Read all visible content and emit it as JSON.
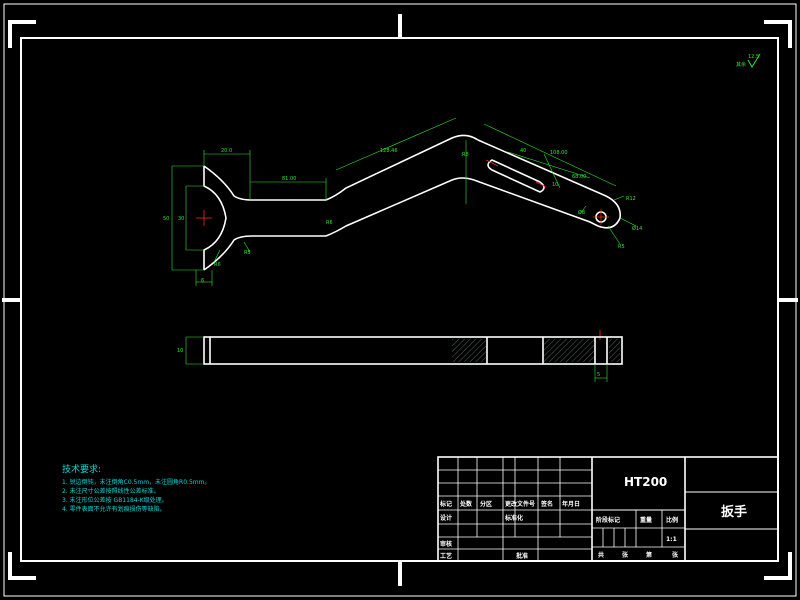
{
  "drawing": {
    "roughness": {
      "value": "12.5",
      "note": "其余"
    },
    "dimensions": {
      "fork_width": "50",
      "inner_width": "30",
      "fork_depth": "20.0",
      "neck_length": "81.00",
      "neck_thickness": "6",
      "fillet_fork": "R5",
      "fillet_neck": "R6",
      "bend_inner": "R6",
      "slant_length": "128.46",
      "bend_outer": "R8",
      "slot_offset": "40",
      "slot_length": "108.00",
      "slot_width": "10",
      "slot_span": "68.00",
      "tip_radius": "R12",
      "hole": "Ø8",
      "tip_bevel": "Ø14",
      "tip_r": "R5",
      "side_thickness": "10",
      "hole_depth": "5"
    },
    "notes": {
      "title": "技术要求:",
      "items": [
        "1. 锐边倒钝，未注倒角C0.5mm，未注圆角R0.5mm。",
        "2. 未注尺寸公差按照线性公差标准。",
        "3. 未注形位公差按 GB1184-K级处理。",
        "4. 零件表面不允许有划痕损伤等缺陷。"
      ]
    }
  },
  "title_block": {
    "material": "HT200",
    "part_name": "扳手",
    "scale": "1:1",
    "revision_headers": [
      "标记",
      "处数",
      "分区",
      "更改文件号",
      "签名",
      "年月日"
    ],
    "signature_headers": [
      "设计",
      "标准化",
      "审核",
      "工艺",
      "批准"
    ],
    "stage_labels": [
      "阶段标记",
      "重量",
      "比例"
    ],
    "sheet_labels": [
      "共",
      "张",
      "第",
      "张"
    ]
  },
  "colors": {
    "background": "#000000",
    "outline": "#ffffff",
    "dimension": "#2ee62e",
    "notes": "#00d8d8",
    "centerline": "#ff2020"
  }
}
